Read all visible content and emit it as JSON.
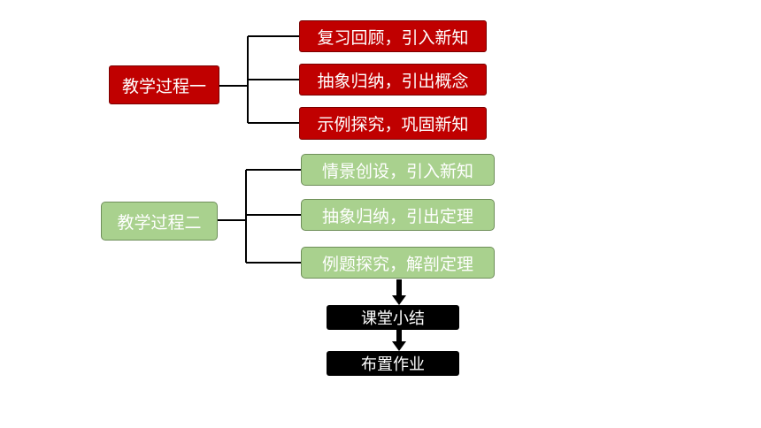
{
  "process1": {
    "label": "教学过程一",
    "steps": [
      "复习回顾，引入新知",
      "抽象归纳，引出概念",
      "示例探究，巩固新知"
    ],
    "color": "#c00000"
  },
  "process2": {
    "label": "教学过程二",
    "steps": [
      "情景创设，引入新知",
      "抽象归纳，引出定理",
      "例题探究，解剖定理"
    ],
    "color": "#a9d18e"
  },
  "final_steps": [
    "课堂小结",
    "布置作业"
  ]
}
